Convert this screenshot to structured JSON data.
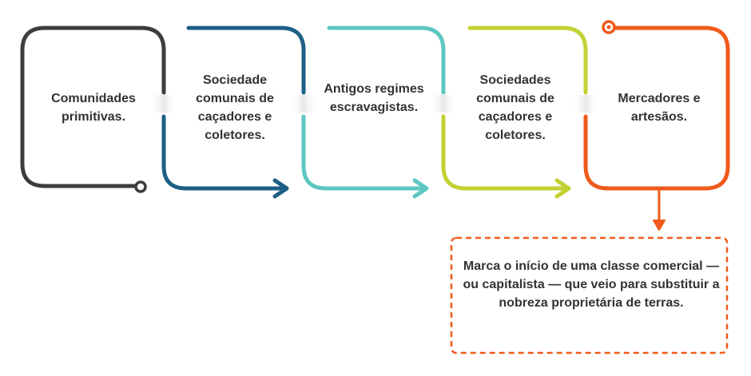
{
  "steps": [
    {
      "text": "Comunidades primitivas.",
      "color": "#3d3d3d"
    },
    {
      "text": "Sociedade comunais de caçadores e coletores.",
      "color": "#1d5f85"
    },
    {
      "text": "Antigos regimes escravagistas.",
      "color": "#5cc7c0"
    },
    {
      "text": "Sociedades comunais de caçadores e coletores.",
      "color": "#c3d133"
    },
    {
      "text": "Mercadores e artesãos.",
      "color": "#f05a1a"
    }
  ],
  "note": {
    "text": "Marca o início de uma classe comercial — ou capitalista — que veio para substituir a nobreza proprietária de terras.",
    "border_color": "#f05a1a"
  }
}
